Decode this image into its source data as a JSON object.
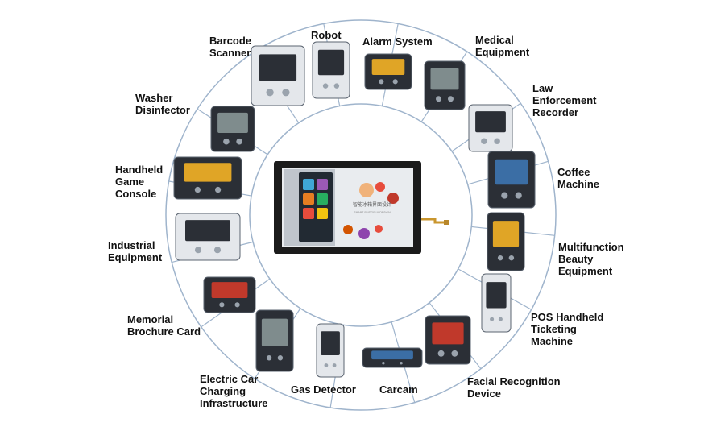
{
  "colors": {
    "ring": "#9fb4cc",
    "spoke": "#9fb4cc",
    "label": "#111111",
    "background": "#ffffff",
    "device_frame": "#1b1b1b",
    "device_screen": "#e9ecef"
  },
  "center_device": {
    "icon": "touch-display-panel-icon",
    "screen_text_line1": "智能冰箱界面设计",
    "screen_text_line2": "SMART FRIDGE UI DESIGN"
  },
  "applications": [
    {
      "id": "robot",
      "lines": [
        "Robot"
      ],
      "icon": "robot-icon"
    },
    {
      "id": "alarm-system",
      "lines": [
        "Alarm System"
      ],
      "icon": "alarm-panel-icon"
    },
    {
      "id": "medical-equipment",
      "lines": [
        "Medical",
        "Equipment"
      ],
      "icon": "patient-monitor-icon"
    },
    {
      "id": "law-enforcement-recorder",
      "lines": [
        "Law",
        "Enforcement",
        "Recorder"
      ],
      "icon": "body-camera-icon"
    },
    {
      "id": "coffee-machine",
      "lines": [
        "Coffee",
        "Machine"
      ],
      "icon": "coffee-machine-icon"
    },
    {
      "id": "multifunction-beauty-equipment",
      "lines": [
        "Multifunction",
        "Beauty",
        "Equipment"
      ],
      "icon": "beauty-device-icon"
    },
    {
      "id": "pos-handheld-ticketing-machine",
      "lines": [
        "POS Handheld",
        "Ticketing",
        "Machine"
      ],
      "icon": "pos-terminal-icon"
    },
    {
      "id": "facial-recognition-device",
      "lines": [
        "Facial Recognition",
        "Device"
      ],
      "icon": "face-terminal-icon"
    },
    {
      "id": "carcam",
      "lines": [
        "Carcam"
      ],
      "icon": "mirror-dashcam-icon"
    },
    {
      "id": "gas-detector",
      "lines": [
        "Gas Detector"
      ],
      "icon": "gas-detector-icon"
    },
    {
      "id": "electric-car-charging-infrastructure",
      "lines": [
        "Electric Car",
        "Charging",
        "Infrastructure"
      ],
      "icon": "ev-charger-icon"
    },
    {
      "id": "memorial-brochure-card",
      "lines": [
        "Memorial",
        "Brochure Card"
      ],
      "icon": "video-brochure-icon"
    },
    {
      "id": "industrial-equipment",
      "lines": [
        "Industrial",
        "Equipment"
      ],
      "icon": "industrial-machine-icon"
    },
    {
      "id": "handheld-game-console",
      "lines": [
        "Handheld",
        "Game",
        "Console"
      ],
      "icon": "game-console-icon"
    },
    {
      "id": "washer-disinfector",
      "lines": [
        "Washer",
        "Disinfector"
      ],
      "icon": "washer-disinfector-icon"
    },
    {
      "id": "barcode-scanner",
      "lines": [
        "Barcode",
        "Scanner"
      ],
      "icon": "barcode-scanner-icon"
    }
  ]
}
